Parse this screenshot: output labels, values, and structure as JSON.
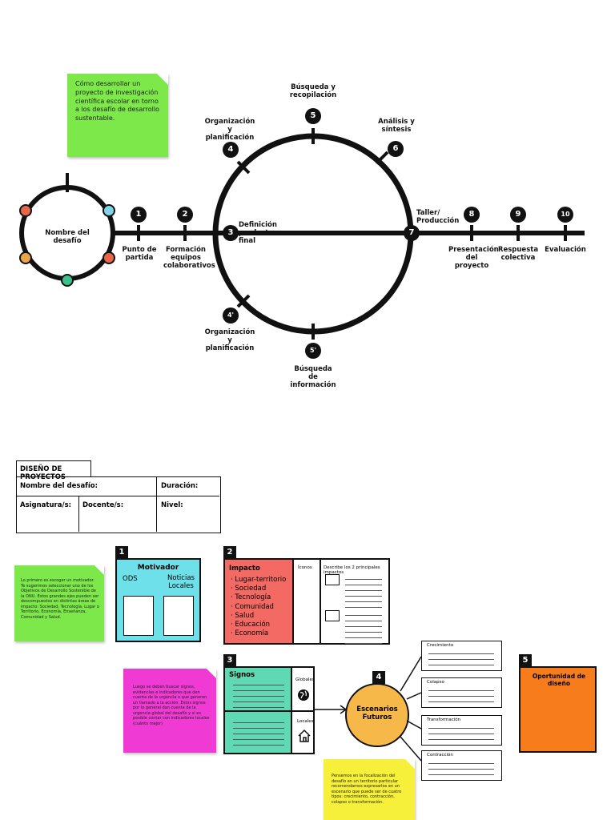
{
  "top": {
    "sticky_intro": "Cómo desarrollar un proyecto de investigación científica escolar en torno a los desafío de desarrollo sustentable.",
    "challenge_name": "Nombre del desafío",
    "steps": [
      {
        "num": "1",
        "label": "Punto de partida"
      },
      {
        "num": "2",
        "label": "Formación equipos colaborativos"
      },
      {
        "num": "3",
        "label": "Definición producto final"
      },
      {
        "num": "4",
        "label": "Organización y planificación"
      },
      {
        "num": "5",
        "label": "Búsqueda y recopilación"
      },
      {
        "num": "6",
        "label": "Análisis y síntesis"
      },
      {
        "num": "7",
        "label": "Taller/ Producción"
      },
      {
        "num": "8",
        "label": "Presentación del proyecto"
      },
      {
        "num": "9",
        "label": "Respuesta colectiva"
      },
      {
        "num": "10",
        "label": "Evaluación"
      },
      {
        "num": "4'",
        "label": "Organización y planificación"
      },
      {
        "num": "5'",
        "label": "Búsqueda de información"
      }
    ],
    "dot_colors": [
      "#7fd4e8",
      "#e8664a",
      "#3cc08a",
      "#e8a64a",
      "#e8664a"
    ]
  },
  "form": {
    "title": "DISEÑO DE PROYECTOS",
    "challenge": "Nombre del desafío:",
    "duration": "Duración:",
    "subject": "Asignatura/s:",
    "teacher": "Docente/s:",
    "level": "Nivel:"
  },
  "canvas": {
    "sticky_green": "Lo primero es escoger un motivador. Te sugerimos seleccionar uno de los Objetivos de Desarrollo Sostenible de la ONU. Estos grandes ejes pueden ser descompuestos en distintas áreas de impacto: Sociedad, Tecnología, Lugar o Territorio, Economía, Enseñanza, Comunidad y Salud.",
    "box1": {
      "num": "1",
      "title": "Motivador",
      "ods": "ODS",
      "news": "Noticias Locales"
    },
    "box2": {
      "num": "2",
      "title": "Impacto",
      "items": [
        "· Lugar-territorio",
        "· Sociedad",
        "· Tecnología",
        "· Comunidad",
        "· Salud",
        "· Educación",
        "· Economía"
      ],
      "icons": "Íconos",
      "describe": "Describe los 2 principales impactos"
    },
    "sticky_pink": "Luego se deben buscar signos, evidencias e indicadores que den cuenta de la urgencia o que generen un llamado a la acción. Estos signos por lo general dan cuenta de la urgencia global del desafío y si es posible contar con indicadores locales (cuánto mejor)",
    "box3": {
      "num": "3",
      "title": "Signos",
      "global": "Globales",
      "local": "Locales"
    },
    "box4": {
      "num": "4",
      "title": "Escenarios Futuros"
    },
    "scenarios": [
      "Crecimiento",
      "Colapso",
      "Transformación",
      "Contracción"
    ],
    "sticky_yellow": "Pensemos en la focalización del desafío en un territorio particular recomendamos expresarlos en un escenario que puede ser de cuatro tipos: crecimiento, contracción, colapso o transformación.",
    "box5": {
      "num": "5",
      "title": "Oportunidad de diseño"
    }
  },
  "colors": {
    "green_sticky": "#7ce84a",
    "pink_sticky": "#f03ad4",
    "yellow_sticky": "#f7f03a",
    "cyan_box": "#6ee0ea",
    "red_box": "#f26a63",
    "teal_box": "#5fd9b3",
    "orange_circle": "#f7b84a",
    "orange_box": "#f77d1c"
  }
}
